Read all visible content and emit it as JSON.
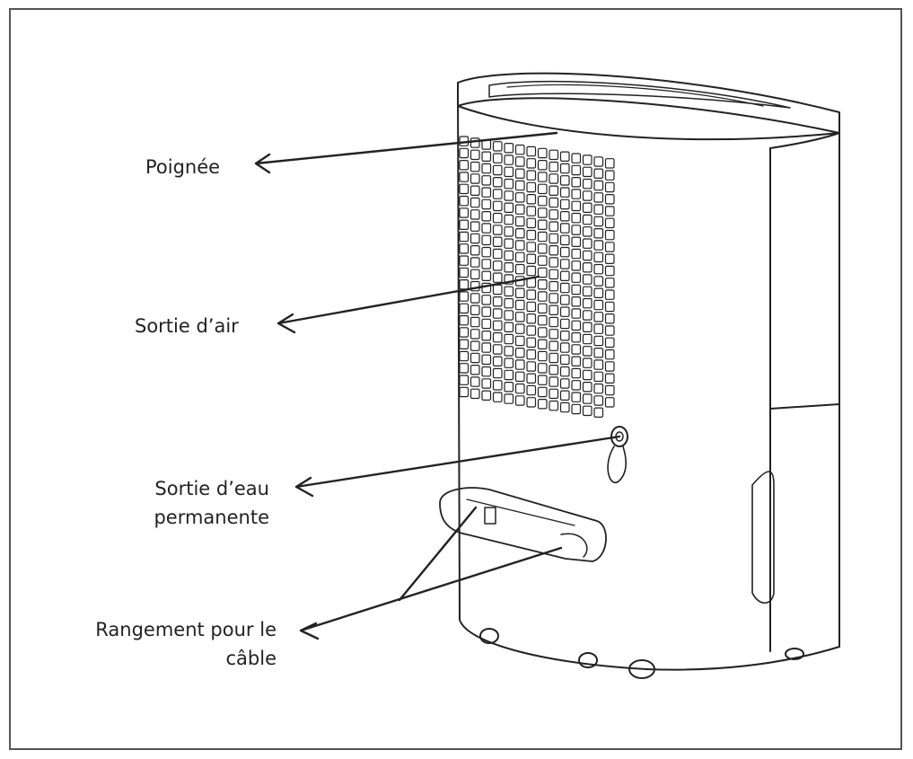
{
  "labels": {
    "handle": "Poignée",
    "air_outlet": "Sortie d’air",
    "water_outlet_line1": "Sortie d’eau",
    "water_outlet_line2": "permanente",
    "cable_storage_line1": "Rangement pour le",
    "cable_storage_line2": "câble"
  },
  "colors": {
    "line": "#222222",
    "frame": "#555555",
    "background": "#ffffff"
  }
}
